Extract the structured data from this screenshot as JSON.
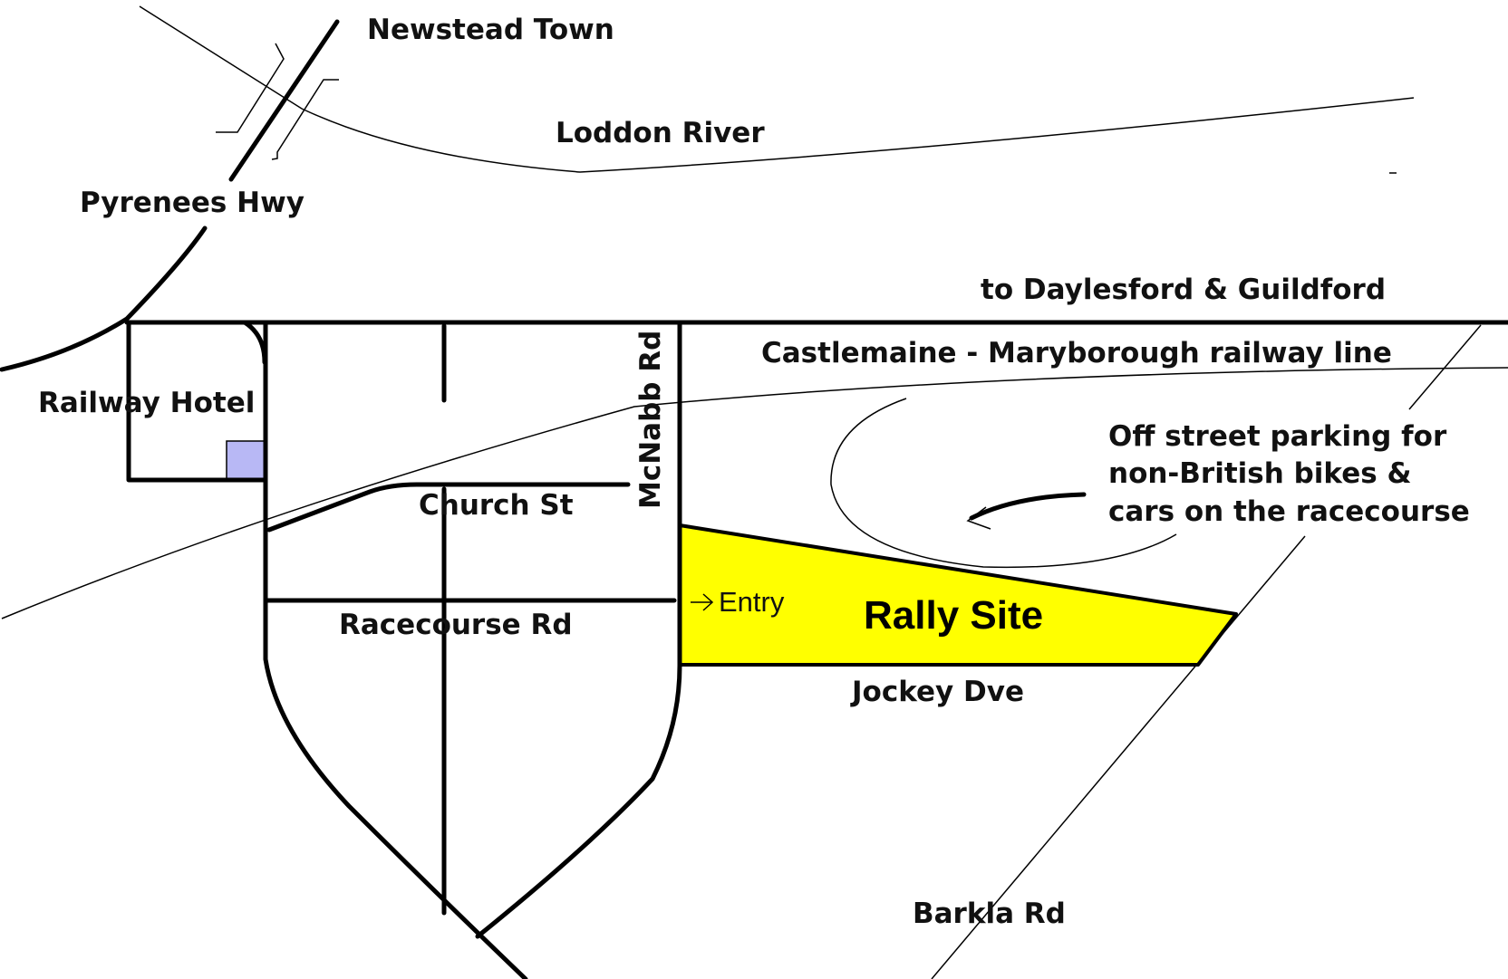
{
  "labels": {
    "newstead_town": "Newstead Town",
    "loddon_river": "Loddon River",
    "pyrenees_hwy": "Pyrenees Hwy",
    "daylesford": "to Daylesford & Guildford",
    "railway_line": "Castlemaine - Maryborough railway line",
    "railway_hotel": "Railway Hotel",
    "mcnabb_rd": "McNabb Rd",
    "church_st": "Church St",
    "racecourse_rd": "Racecourse Rd",
    "entry": "Entry",
    "rally_site": "Rally Site",
    "jockey_dve": "Jockey Dve",
    "barkla_rd": "Barkla Rd",
    "parking_line1": "Off street parking for",
    "parking_line2": "non-British bikes &",
    "parking_line3": "cars on the racecourse"
  },
  "colors": {
    "rally_site_fill": "#ffff00",
    "hotel_fill": "#b8b8f5",
    "ink": "#000000",
    "background": "#ffffff"
  },
  "icons": {
    "entry_arrow": "right-arrow-icon",
    "parking_arrow": "curved-arrow-icon"
  }
}
